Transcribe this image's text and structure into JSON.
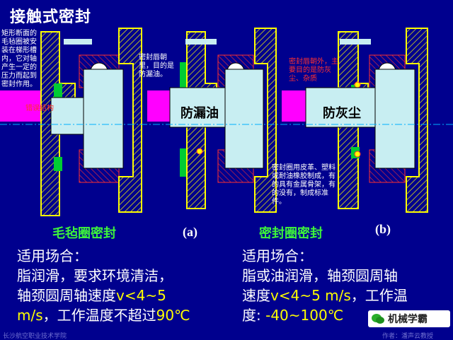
{
  "title": "接触式密封",
  "notes": {
    "felt_shape": "矩形断面的毛毡圈被安装在梯形槽内，它对轴产生一定的压力而起到密封作用。",
    "faulty_structure": "错误结构",
    "lip_inward": "密封唇朝里，目的是防漏油。",
    "lip_outward": "密封唇朝外，主要目的是防灰尘、杂质",
    "seal_material": "密封圈用皮革、塑料或耐油橡胶制成，有的具有金属骨架，有的没有，制成标准件。"
  },
  "labels": {
    "oil_leak": "防漏油",
    "dust": "防灰尘"
  },
  "captions": {
    "felt": "毛毡圈密封",
    "a": "(a)",
    "ring": "密封圈密封",
    "b": "(b)"
  },
  "left_block": {
    "heading": "适用场合：",
    "line1": "脂润滑，要求环境清洁，",
    "line2_a": "轴颈圆周轴速度",
    "line2_b": "v<4~5",
    "line3_a": "m/s",
    "line3_b": "，工作温度不超过",
    "line3_c": "90℃"
  },
  "right_block": {
    "heading": "适用场合：",
    "line1": "脂或油润滑，轴颈圆周轴",
    "line2_a": "速度",
    "line2_b": "v<4~5  m/s",
    "line2_c": "，工作温",
    "line3_a": "度: ",
    "line3_b": "-40~100℃"
  },
  "badge": {
    "icon": "wechat-icon",
    "text": "机械学霸"
  },
  "footer": {
    "left": "长沙航空职业技术学院",
    "right": "作者：潘声云教授"
  },
  "colors": {
    "background": "#00008e",
    "housing": "#ffff00",
    "shaft": "#ff00ff",
    "shaft_body": "#c8eef2",
    "seal": "#00cc33",
    "note_red": "#ff3030",
    "highlight": "#ffff00"
  }
}
